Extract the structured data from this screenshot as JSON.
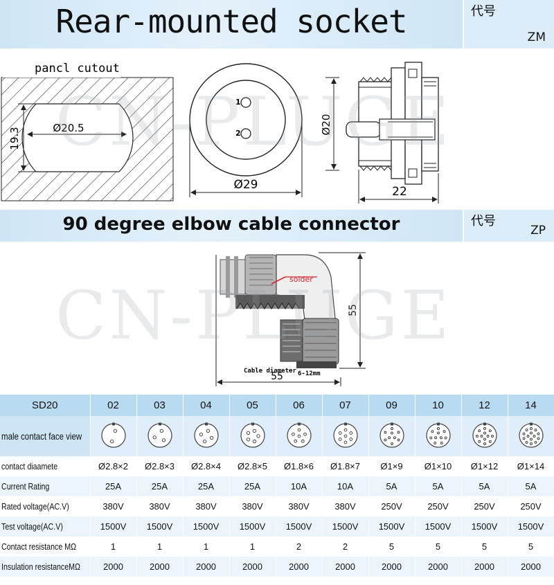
{
  "top_section": {
    "title": "Rear-mounted socket",
    "code_label": "代号",
    "code_value": "ZM",
    "panel_label": "pancl cutout",
    "dim_cutout_dia": "Ø20.5",
    "dim_cutout_flat": "19.3",
    "dim_face_dia": "Ø29",
    "pin_1": "1",
    "pin_2": "2",
    "dim_side_dia": "Ø20",
    "dim_side_len": "22"
  },
  "mid_section": {
    "title": "90 degree elbow cable connector",
    "code_label": "代号",
    "code_value": "ZP",
    "solder_label": "solder",
    "cable_label": "Cable diameter",
    "cable_range": "6-12mm",
    "dim_height": "55",
    "dim_width": "55"
  },
  "watermark": "CN-PLUGE",
  "table": {
    "header_label": "SD20",
    "columns": [
      "02",
      "03",
      "04",
      "05",
      "06",
      "07",
      "09",
      "10",
      "12",
      "14"
    ],
    "face_label": "male contact face view",
    "rows": [
      {
        "label": "contact diaamete",
        "values": [
          "Ø2.8×2",
          "Ø2.8×3",
          "Ø2.8×4",
          "Ø2.8×5",
          "Ø1.8×6",
          "Ø1.8×7",
          "Ø1×9",
          "Ø1×10",
          "Ø1×12",
          "Ø1×14"
        ]
      },
      {
        "label": "Current Rating",
        "values": [
          "25A",
          "25A",
          "25A",
          "25A",
          "10A",
          "10A",
          "5A",
          "5A",
          "5A",
          "5A"
        ]
      },
      {
        "label": "Rated voltage(AC.V)",
        "values": [
          "380V",
          "380V",
          "380V",
          "380V",
          "380V",
          "380V",
          "250V",
          "250V",
          "250V",
          "250V"
        ]
      },
      {
        "label": "Test voltage(AC.V)",
        "values": [
          "1500V",
          "1500V",
          "1500V",
          "1500V",
          "1500V",
          "1500V",
          "1500V",
          "1500V",
          "1500V",
          "1500V"
        ]
      },
      {
        "label": "Contact resistance MΩ",
        "values": [
          "1",
          "1",
          "1",
          "1",
          "2",
          "2",
          "5",
          "5",
          "5",
          "5"
        ]
      },
      {
        "label": "Insulation resistanceMΩ",
        "values": [
          "2000",
          "2000",
          "2000",
          "2000",
          "2000",
          "2000",
          "2000",
          "2000",
          "2000",
          "2000"
        ]
      }
    ]
  }
}
